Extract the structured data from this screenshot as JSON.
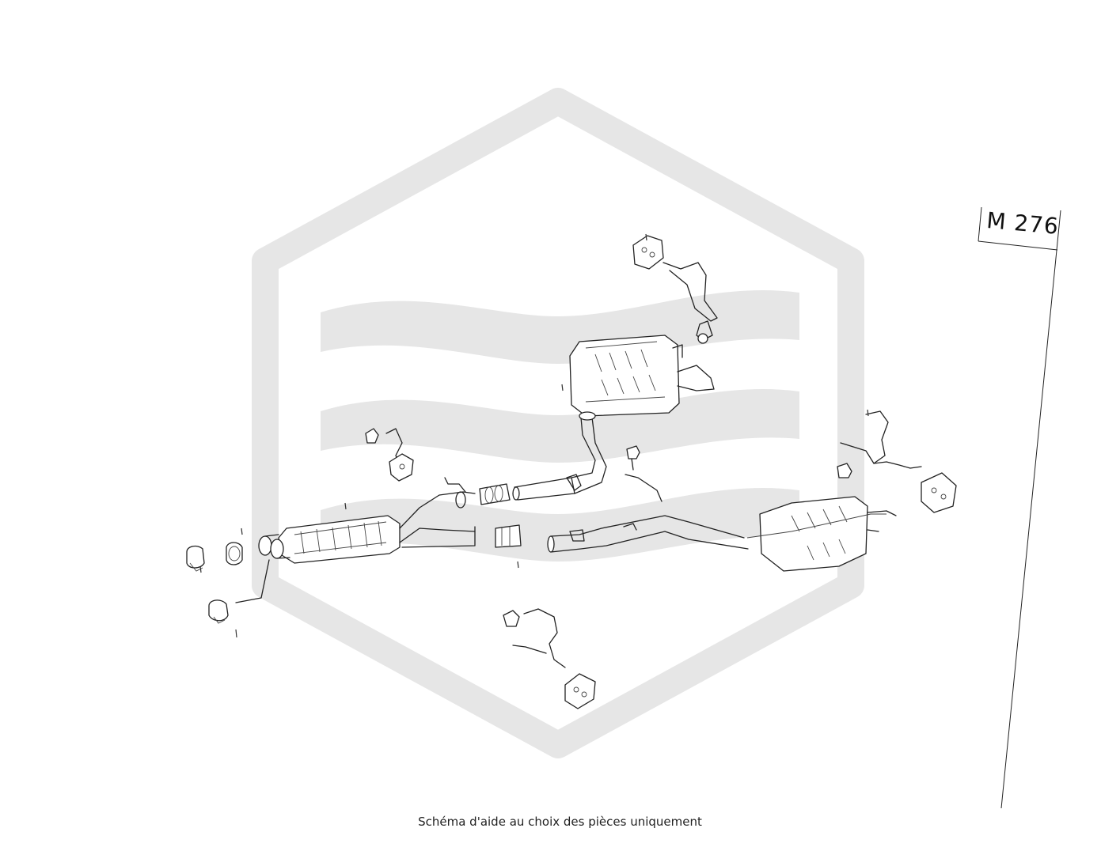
{
  "diagram": {
    "model_label": "M 276",
    "caption": "Schéma d'aide au choix des pièces uniquement",
    "watermark": "brand-hexagon-logo",
    "watermark_color": "#e6e6e6",
    "line_color": "#222222"
  }
}
